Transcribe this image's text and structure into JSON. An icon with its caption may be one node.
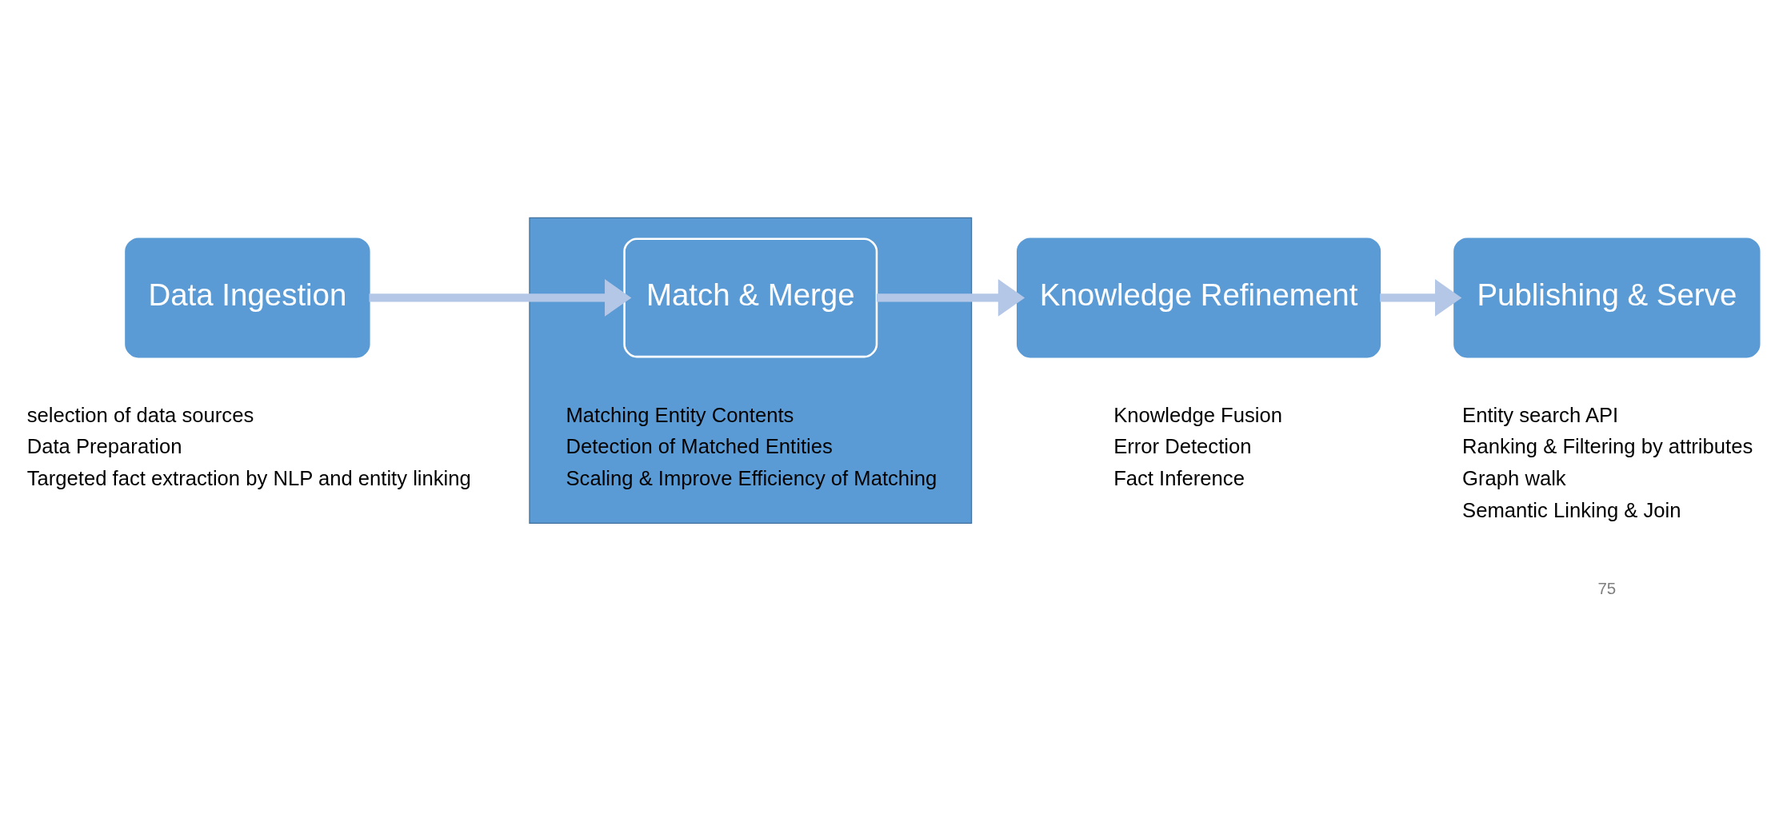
{
  "diagram": {
    "nodes": [
      {
        "text": [
          "Data Ingestion"
        ],
        "beside": [
          "selection of data sources",
          "Data Preparation",
          "Targeted fact extraction by NLP and entity linking"
        ]
      },
      {
        "text": [],
        "shape": "box"
      },
      {
        "text": [
          "Match & Merge"
        ],
        "in": 1,
        "beside": [
          "Matching Entity Contents",
          "Detection of Matched Entities",
          "Scaling & Improve Efficiency of Matching"
        ]
      },
      {
        "text": [
          "Knowledge Refinement"
        ],
        "beside": [
          "Knowledge Fusion",
          "Error Detection",
          "Fact Inference"
        ]
      },
      {
        "text": [
          "Publishing & Serve"
        ],
        "beside": [
          "Entity search API",
          "Ranking & Filtering by attributes",
          "Graph walk",
          "Semantic Linking & Join"
        ]
      }
    ],
    "edges": [
      {
        "from": 0,
        "to": 2,
        "arrow": "to"
      },
      {
        "from": 2,
        "to": 3,
        "arrow": "to"
      },
      {
        "from": 3,
        "to": 4,
        "arrow": "to"
      }
    ],
    "labels": [
      "75"
    ]
  }
}
